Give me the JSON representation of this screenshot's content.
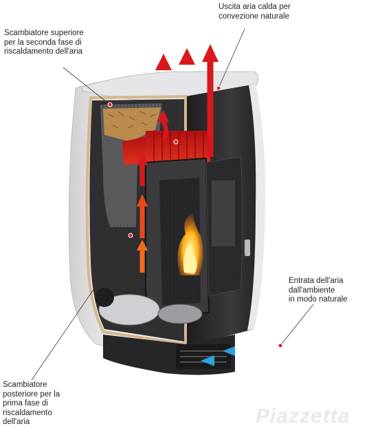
{
  "labels": {
    "warm_air_outlet": "Uscita aria calda per\nconvezione naturale",
    "upper_exchanger": "Scambiatore superiore\nper la seconda fase di\nriscaldamento dell'aria",
    "air_inlet": "Entrata dell'aria\ndall'ambiente\nin modo naturale",
    "rear_exchanger": "Scambiatore\nposteriore per la\nprima fase di\nriscaldamento\ndell'aria"
  },
  "watermark": "Piazzetta",
  "colors": {
    "hot_air": "#d8181c",
    "warm_air": "#f26b1d",
    "cold_air": "#3fb3e8",
    "stove_body": "#2b2b2d",
    "stove_panel": "#eeeeef",
    "marker_dot": "#e0202a",
    "insulation": "#d6b88a"
  }
}
